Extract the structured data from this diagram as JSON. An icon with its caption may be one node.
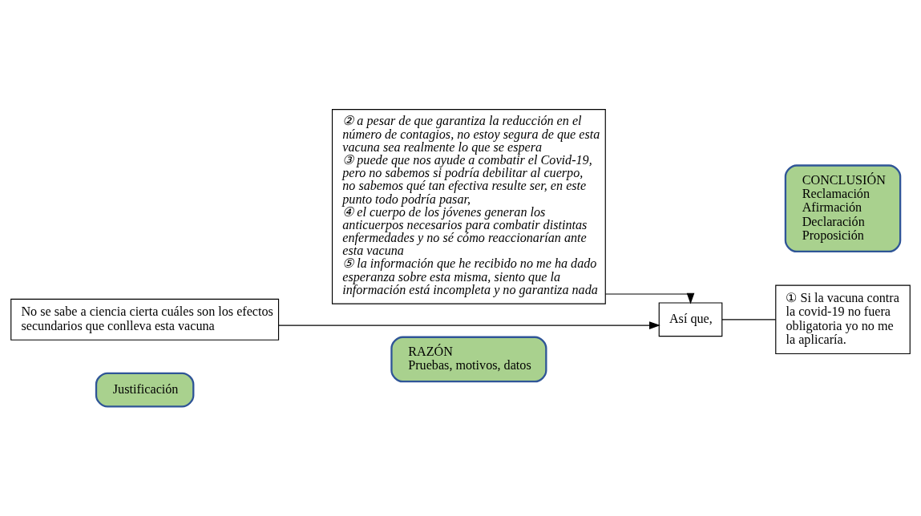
{
  "diagram": {
    "nodes": [
      {
        "text": [
          "Justificación"
        ]
      },
      {
        "text": [
          "No se sabe a ciencia cierta cuáles son los efectos secundarios que conlleva esta vacuna"
        ]
      },
      {
        "text": [
          "② a pesar de que garantiza la reducción en el número de contagios, no estoy segura de que esta vacuna sea realmente lo que se espera",
          "③ puede que nos ayude a combatir el Covid-19, pero no sabemos si podría debilitar al cuerpo, no sabemos qué tan efectiva resulte ser, en este punto todo podría pasar,",
          "④ el cuerpo de los jóvenes generan los anticuerpos necesarios para combatir distintas enfermedades y no sé cómo reaccionarían ante esta vacuna",
          "⑤ la información que he recibido no me ha dado esperanza sobre esta misma, siento que la información está incompleta y no garantiza nada"
        ]
      },
      {
        "text": [
          "Así que,"
        ]
      },
      {
        "text": [
          "① Si la vacuna contra la covid-19 no fuera obligatoria yo no me la aplicaría."
        ]
      },
      {
        "text": [
          "CONCLUSIÓN",
          "Reclamación",
          "Afirmación",
          "Declaración",
          "Proposición"
        ]
      },
      {
        "text": [
          "RAZÓN",
          "Pruebas, motivos, datos"
        ]
      }
    ],
    "edges": [
      {
        "from": 2,
        "to": 3,
        "arrow": "to"
      },
      {
        "from": 1,
        "to": 3,
        "arrow": "to"
      },
      {
        "from": 3,
        "to": 4,
        "arrow": "none"
      }
    ]
  }
}
